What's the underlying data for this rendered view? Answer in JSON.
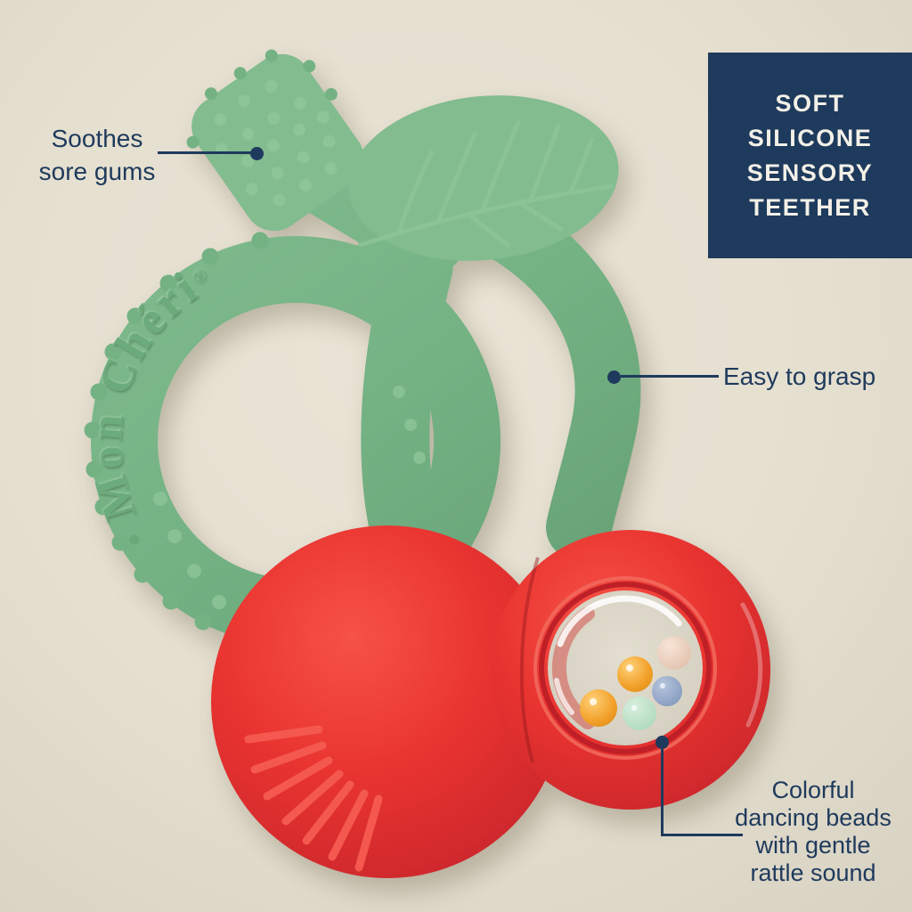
{
  "colors": {
    "background": "#e5dfd0",
    "navy": "#1e3a5c",
    "green": "#76b485",
    "red": "#e73230",
    "cream": "#f3f0e7"
  },
  "badge": {
    "lines": [
      "SOFT",
      "SILICONE",
      "SENSORY",
      "TEETHER"
    ]
  },
  "callouts": {
    "soothes": {
      "lines": [
        "Soothes",
        "sore gums"
      ]
    },
    "grasp": {
      "label": "Easy to grasp"
    },
    "beads": {
      "lines": [
        "Colorful",
        "dancing beads",
        "with gentle",
        "rattle sound"
      ]
    }
  },
  "brand": {
    "embossed_text": "Mon Chéri",
    "registered_mark": "®"
  },
  "rattle": {
    "bead_count": 5,
    "bead_colors": [
      "#f2a12b",
      "#f2a12b",
      "#e9c8b3",
      "#8fa3c6",
      "#bbdfc5"
    ]
  }
}
